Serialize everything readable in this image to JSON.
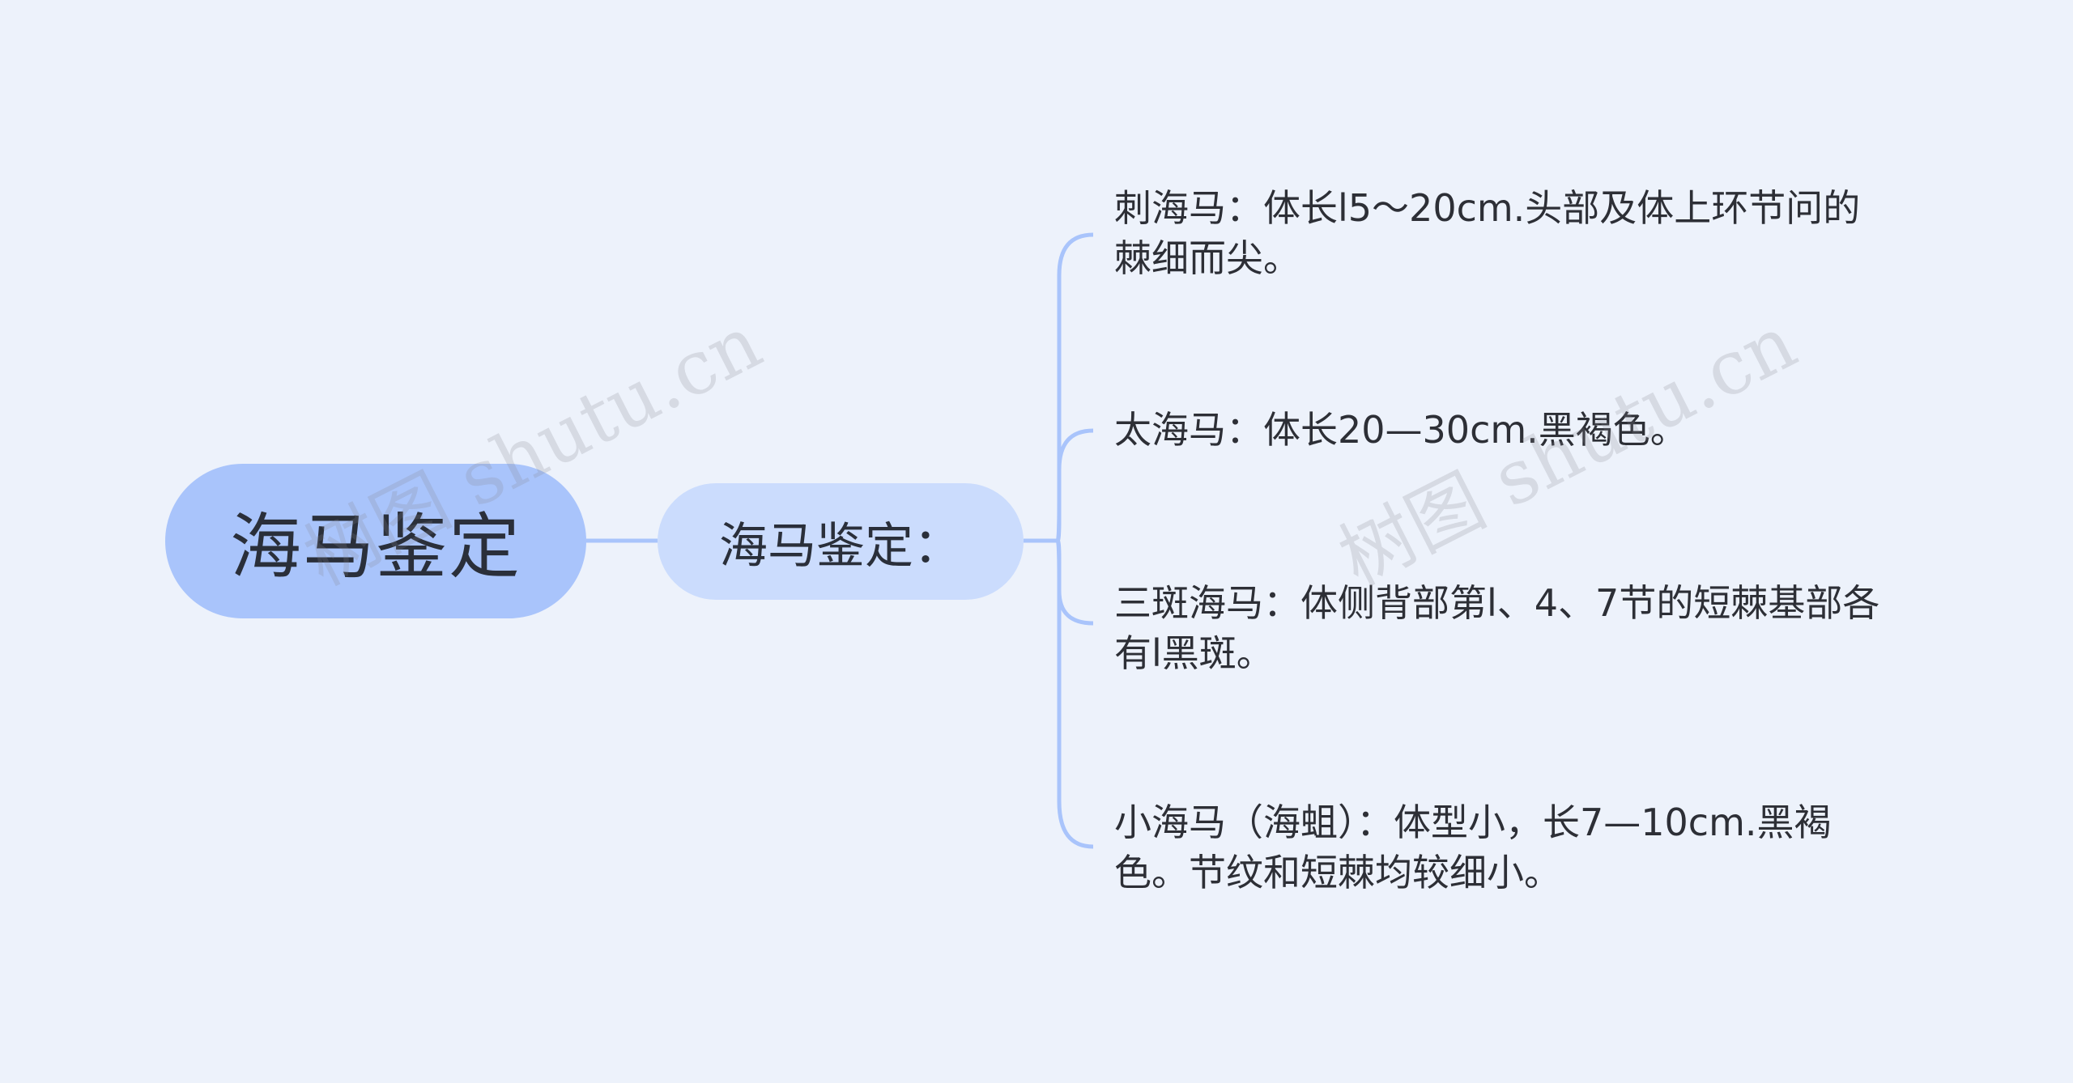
{
  "mindmap": {
    "root": "海马鉴定",
    "sub": "海马鉴定：",
    "leaves": [
      "刺海马：体长l5～20cm.头部及体上环节问的棘细而尖。",
      "太海马：体长20—30cm.黑褐色。",
      "三斑海马：体侧背部第l、4、7节的短棘基部各有l黑斑。",
      "小海马（海蛆）：体型小，长7—10cm.黑褐色。节纹和短棘均较细小。"
    ]
  },
  "watermark": {
    "left_text": "树图 shutu.cn",
    "right_text": "树图 shutu.cn"
  },
  "colors": {
    "background": "#edf2fb",
    "root_fill": "#a9c4fb",
    "sub_fill": "#cbdcfd",
    "connector": "#a9c4fb"
  }
}
